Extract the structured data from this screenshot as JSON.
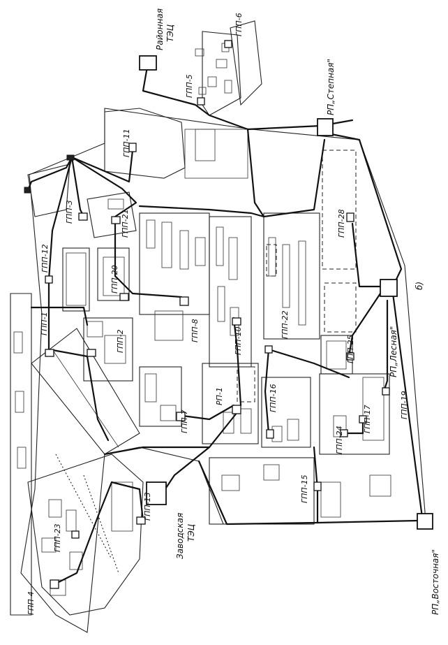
{
  "figure": {
    "panel_label": "б)"
  },
  "stations": {
    "rayonnaya_tec": [
      "Районная",
      "ТЭЦ"
    ],
    "zavodskaya_tec": [
      "Заводская",
      "ТЭЦ"
    ],
    "rp_stepnaya": "РП„Степная\"",
    "rp_lesnaya": "РП„Лесная\"",
    "rp_vostochnaya": "РП„Восточная\"",
    "rp_1": "РП-1"
  },
  "substations": {
    "gpp1": "ГПП-1",
    "gpp2": "ГПП-2",
    "gpp3": "ГПП-3",
    "gpp4": "ГПП-4",
    "gpp5": "ГПП-5",
    "gpp6": "ГПП-6",
    "gpp7": "ГПП-7",
    "gpp8": "ГПП-8",
    "gpp10": "ГПП-10",
    "gpp11": "ГПП-11",
    "gpp12": "ГПП-12",
    "gpp13": "ГПП-13",
    "gpp15": "ГПП-15",
    "gpp16": "ГПП-16",
    "gpp17": "ГПП-17",
    "gpp19": "ГПП-19",
    "gpp20": "ГПП-20",
    "gpp21": "ГПП-21",
    "gpp22": "ГПП-22",
    "gpp23": "ГПП-23",
    "gpp24": "ГПП-24",
    "gpp25": "ГПП-25",
    "gpp28": "ГПП-28"
  },
  "colors": {
    "ink": "#111111",
    "paper": "#ffffff"
  }
}
